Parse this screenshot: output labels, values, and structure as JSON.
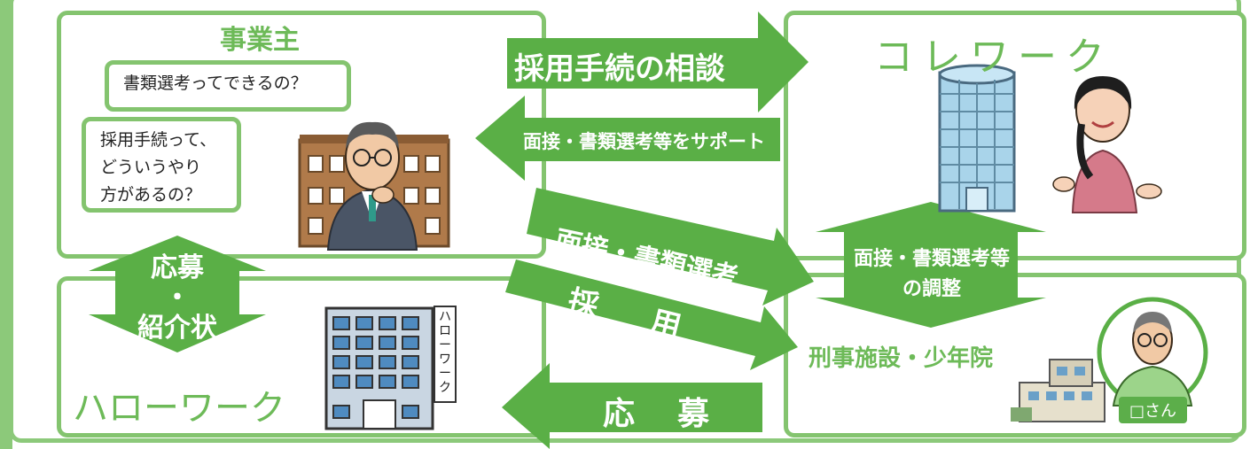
{
  "colors": {
    "green": "#6dba58",
    "box_border": "#84c46f",
    "arrow": "#5aaf46"
  },
  "employer": {
    "title": "事業主",
    "bubble1": "書類選考ってできるの？",
    "bubble2_line1": "採用手続って、",
    "bubble2_line2": "どういうやり",
    "bubble2_line3": "方があるの？",
    "icons": [
      "building-icon",
      "businessman-icon"
    ]
  },
  "corework": {
    "title": "コレワーク",
    "icons": [
      "office-tower-icon",
      "staff-woman-icon"
    ]
  },
  "hellowork": {
    "title": "ハローワーク",
    "building_sign": "ハローワーク",
    "icons": [
      "hellowork-building-icon"
    ]
  },
  "facility": {
    "title": "刑事施設・少年院",
    "person_badge": "□さん",
    "icons": [
      "prison-building-icon",
      "inmate-portrait-icon"
    ]
  },
  "arrows": {
    "consult": "採用手続の相談",
    "support": "面接・書類選考等をサポート",
    "interview": "面接・書類選考",
    "hire": "採　用",
    "apply_bottom": "応　募",
    "adjust_line1": "面接・書類選考等",
    "adjust_line2": "の調整",
    "apply_left_line1": "応募",
    "apply_left_line2": "・",
    "apply_left_line3": "紹介状"
  }
}
